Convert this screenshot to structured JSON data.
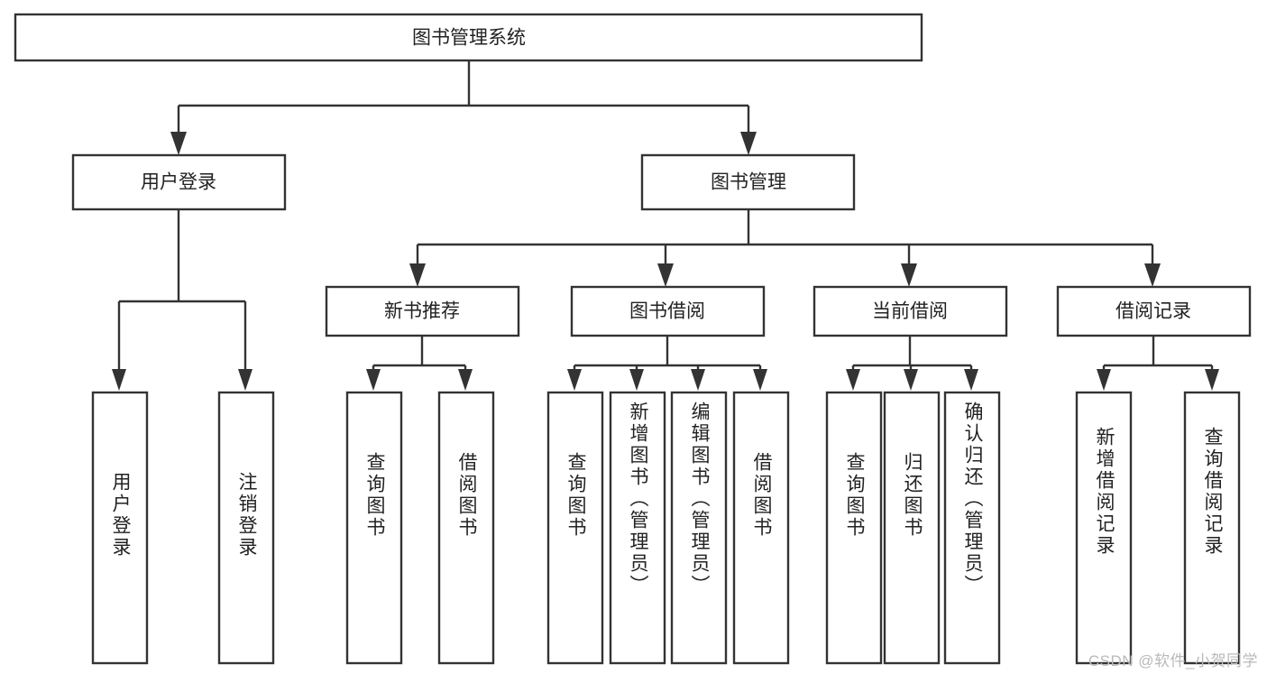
{
  "diagram": {
    "type": "tree-hierarchy-chart",
    "title": "图书管理系统",
    "orientation": "top-down",
    "colors": {
      "box_stroke": "#333333",
      "box_fill": "#ffffff",
      "connector": "#333333",
      "text": "#222222",
      "watermark": "#b9b9b9",
      "background": "#ffffff"
    },
    "root": {
      "label": "图书管理系统",
      "level": 0
    },
    "level1": [
      {
        "label": "用户登录"
      },
      {
        "label": "图书管理"
      }
    ],
    "level2": [
      {
        "label": "新书推荐",
        "parent": "图书管理"
      },
      {
        "label": "图书借阅",
        "parent": "图书管理"
      },
      {
        "label": "当前借阅",
        "parent": "图书管理"
      },
      {
        "label": "借阅记录",
        "parent": "图书管理"
      }
    ],
    "leaves": {
      "用户登录": [
        "用户登录",
        "注销登录"
      ],
      "新书推荐": [
        "查询图书",
        "借阅图书"
      ],
      "图书借阅": [
        "查询图书",
        "新增图书（管理员）",
        "编辑图书（管理员）",
        "借阅图书"
      ],
      "当前借阅": [
        "查询图书",
        "归还图书",
        "确认归还（管理员）"
      ],
      "借阅记录": [
        "新增借阅记录",
        "查询借阅记录"
      ]
    },
    "leaf_list": [
      "用户登录",
      "注销登录",
      "查询图书",
      "借阅图书",
      "查询图书",
      "新增图书（管理员）",
      "编辑图书（管理员）",
      "借阅图书",
      "查询图书",
      "归还图书",
      "确认归还（管理员）",
      "新增借阅记录",
      "查询借阅记录"
    ]
  },
  "watermark": {
    "text": "CSDN @软件_小贺同学"
  }
}
